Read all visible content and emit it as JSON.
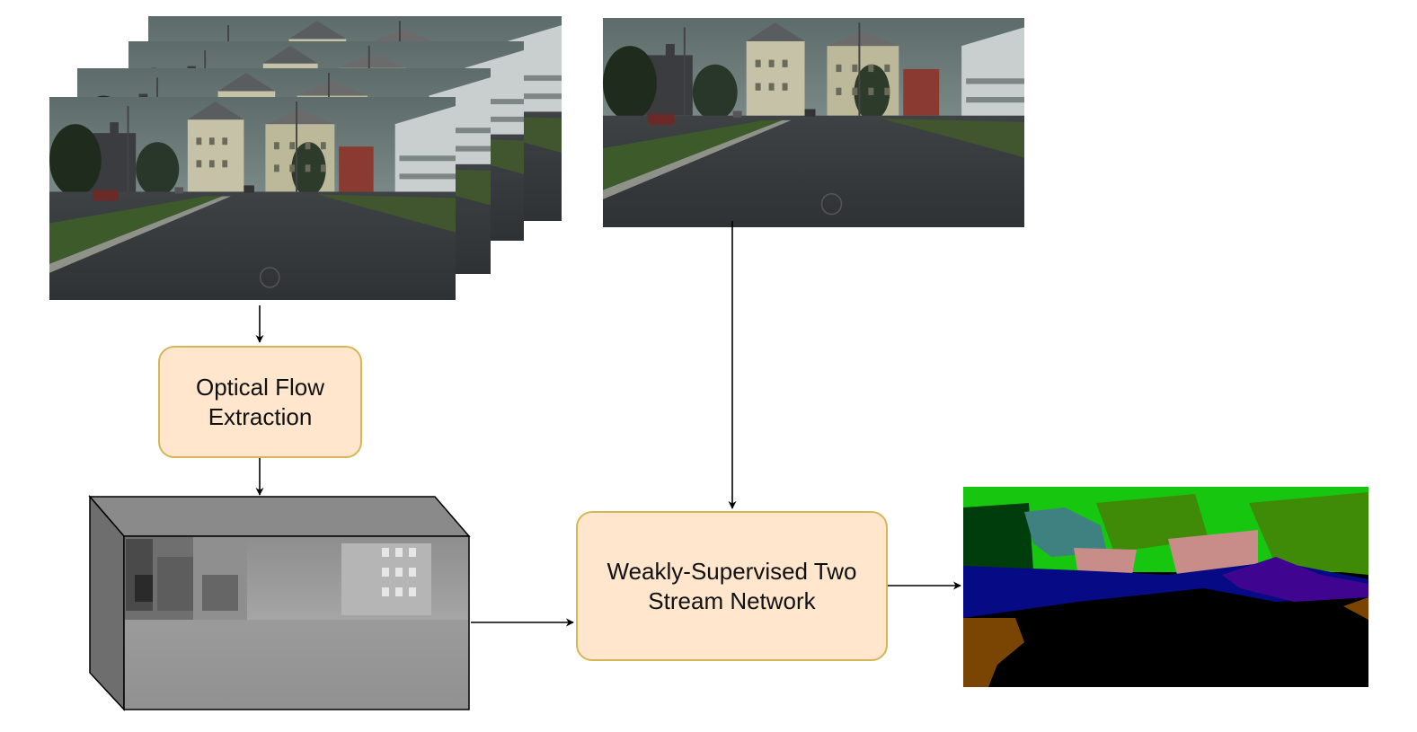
{
  "nodes": {
    "optical_flow": {
      "line1": "Optical Flow",
      "line2": "Extraction"
    },
    "network": {
      "line1": "Weakly-Supervised Two",
      "line2": "Stream Network"
    }
  },
  "images": {
    "video_frames": {
      "count": 4
    },
    "single_frame": {},
    "flow_volume": {},
    "segmentation_output": {}
  },
  "colors": {
    "box_fill": "#ffe6cc",
    "box_border": "#d6b656",
    "arrow": "#000000",
    "seg_sky": "#17c70f",
    "seg_vegetation": "#3f8a07",
    "seg_tree_dark": "#003d0c",
    "seg_building_teal": "#3f8080",
    "seg_building_pink": "#c88c89",
    "seg_road_side": "#060a84",
    "seg_sidewalk": "#400590",
    "seg_road": "#000000",
    "seg_terrain": "#7a4503"
  },
  "edges": [
    {
      "from": "video_frames",
      "to": "optical_flow"
    },
    {
      "from": "optical_flow",
      "to": "flow_volume"
    },
    {
      "from": "single_frame",
      "to": "network"
    },
    {
      "from": "flow_volume",
      "to": "network"
    },
    {
      "from": "network",
      "to": "segmentation_output"
    }
  ]
}
